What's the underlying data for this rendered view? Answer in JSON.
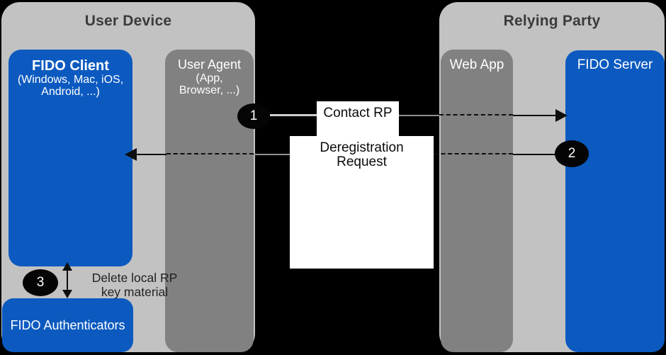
{
  "colors": {
    "background": "#000000",
    "panel_gray": "#c2c2c2",
    "box_gray": "#818181",
    "box_blue": "#0c5ac0",
    "badge_black": "#050505",
    "label_box_white": "#ffffff"
  },
  "user_device": {
    "title": "User Device",
    "fido_client": {
      "title": "FIDO Client",
      "subtitle_line1": "(Windows, Mac, iOS,",
      "subtitle_line2": "Android, ...)"
    },
    "user_agent": {
      "title": "User Agent",
      "subtitle_line1": "(App,",
      "subtitle_line2": "Browser, ...)"
    },
    "fido_authenticators": {
      "title": "FIDO Authenticators"
    }
  },
  "relying_party": {
    "title": "Relying Party",
    "web_app": {
      "title": "Web App"
    },
    "fido_server": {
      "title": "FIDO Server"
    }
  },
  "messages": {
    "contact_rp": "Contact RP",
    "deregistration_line1": "Deregistration",
    "deregistration_line2": "Request",
    "delete_note_line1": "Delete local RP",
    "delete_note_line2": "key material"
  },
  "steps": {
    "one": "1",
    "two": "2",
    "three": "3"
  }
}
